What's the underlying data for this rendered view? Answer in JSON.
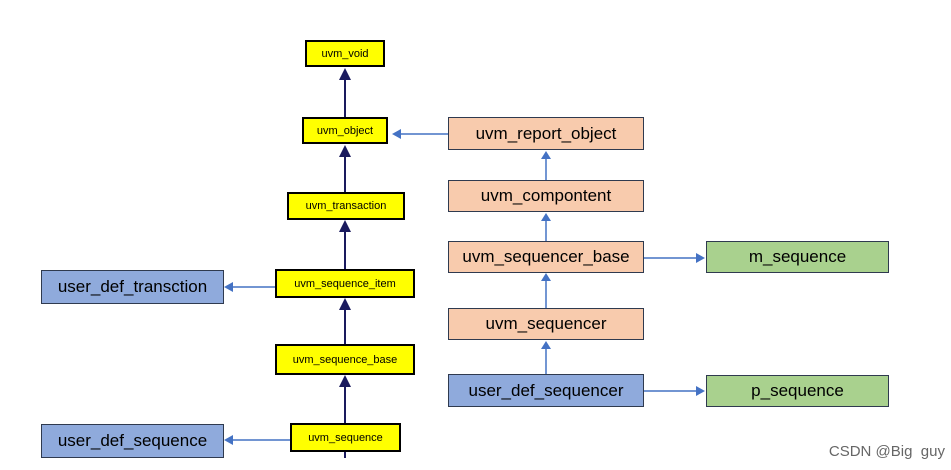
{
  "nodes": {
    "uvm_void": "uvm_void",
    "uvm_object": "uvm_object",
    "uvm_transaction": "uvm_transaction",
    "uvm_sequence_item": "uvm_sequence_item",
    "uvm_sequence_base": "uvm_sequence_base",
    "uvm_sequence": "uvm_sequence",
    "user_def_transction": "user_def_transction",
    "user_def_sequence": "user_def_sequence",
    "uvm_report_object": "uvm_report_object",
    "uvm_compontent": "uvm_compontent",
    "uvm_sequencer_base": "uvm_sequencer_base",
    "uvm_sequencer": "uvm_sequencer",
    "user_def_sequencer": "user_def_sequencer",
    "m_sequence": "m_sequence",
    "p_sequence": "p_sequence"
  },
  "colors": {
    "yellow": "#ffff00",
    "orange": "#f8cbad",
    "blue": "#8faadc",
    "green": "#a9d18e",
    "inherit_arrow": "#1a1a5e",
    "link_arrow": "#4472c4"
  },
  "watermark": "CSDN @Big  guy"
}
